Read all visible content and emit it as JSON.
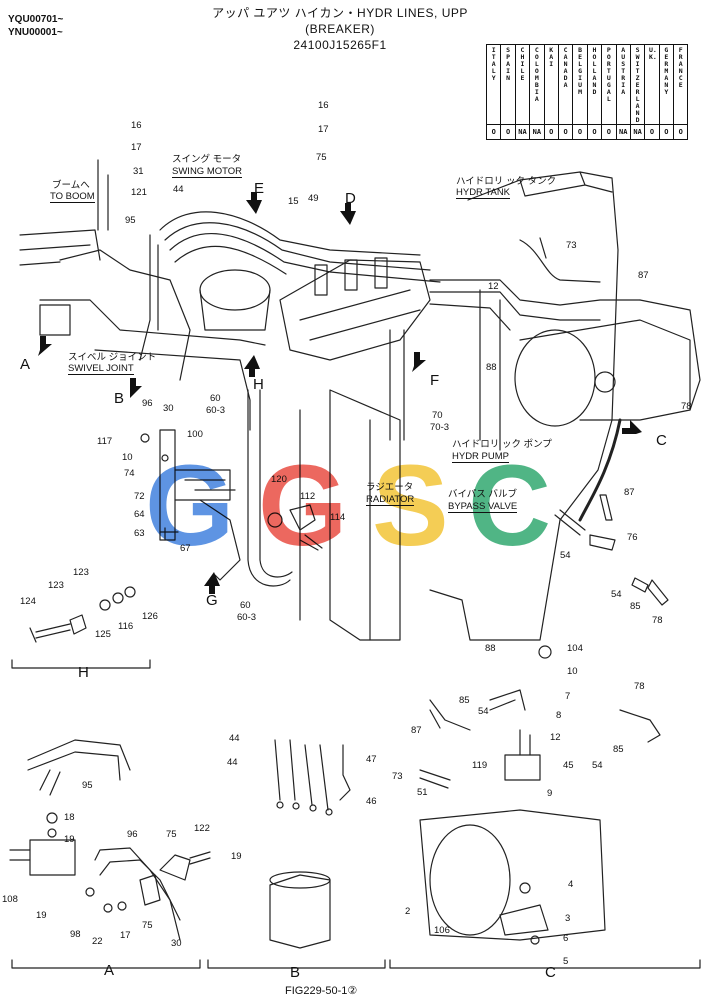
{
  "serials": [
    "YQU00701~",
    "YNU00001~"
  ],
  "header": {
    "line1": "アッパ ユアツ ハイカン・HYDR LINES, UPP",
    "line2": "(BREAKER)",
    "line3": "24100J15265F1"
  },
  "countries": [
    {
      "name": "ITALY",
      "mark": "O"
    },
    {
      "name": "SPAIN",
      "mark": "O"
    },
    {
      "name": "CHILE",
      "mark": "NA"
    },
    {
      "name": "COLOMBIA",
      "mark": "NA"
    },
    {
      "name": "KAI",
      "mark": "O"
    },
    {
      "name": "CANADA",
      "mark": "O"
    },
    {
      "name": "BELGIUM",
      "mark": "O"
    },
    {
      "name": "HOLLAND",
      "mark": "O"
    },
    {
      "name": "PORTUGAL",
      "mark": "O"
    },
    {
      "name": "AUSTRIA",
      "mark": "NA"
    },
    {
      "name": "SWITZER LAND",
      "mark": "NA"
    },
    {
      "name": "U.K.",
      "mark": "O"
    },
    {
      "name": "GERMANY",
      "mark": "O"
    },
    {
      "name": "FRANCE",
      "mark": "O"
    }
  ],
  "labels": {
    "to_boom_jp": "ブームへ",
    "to_boom": "TO BOOM",
    "swing_motor_jp": "スイング モータ",
    "swing_motor": "SWING MOTOR",
    "hydr_tank_jp": "ハイドロリ ック タンク",
    "hydr_tank": "HYDR TANK",
    "swivel_joint_jp": "スイベル ジョイント",
    "swivel_joint": "SWIVEL JOINT",
    "hydr_pump_jp": "ハイドロリ ック ポンプ",
    "hydr_pump": "HYDR PUMP",
    "radiator_jp": "ラジエータ",
    "radiator": "RADIATOR",
    "bypass_valve_jp": "バイパス バルブ",
    "bypass_valve": "BYPASS VALVE"
  },
  "view_letters": [
    "A",
    "B",
    "C",
    "D",
    "E",
    "F",
    "G",
    "H"
  ],
  "section_labels": {
    "h": "H",
    "a": "A",
    "b": "B",
    "c": "C"
  },
  "part_numbers": {
    "n16a": "16",
    "n17a": "17",
    "n31": "31",
    "n121": "121",
    "n16b": "16",
    "n17b": "17",
    "n75a": "75",
    "n44a": "44",
    "n15": "15",
    "n49": "49",
    "n95a": "95",
    "n73a": "73",
    "n87a": "87",
    "n12a": "12",
    "n88a": "88",
    "n78a": "78",
    "n96a": "96",
    "n30a": "30",
    "n60a": "60",
    "n60_3a": "60-3",
    "n70": "70",
    "n70_3": "70-3",
    "n117": "117",
    "n10a": "10",
    "n74": "74",
    "n100": "100",
    "n72": "72",
    "n64": "64",
    "n63": "63",
    "n67": "67",
    "n120": "120",
    "n112": "112",
    "n114": "114",
    "n87b": "87",
    "n76": "76",
    "n54a": "54",
    "n54b": "54",
    "n85a": "85",
    "n78b": "78",
    "n60b": "60",
    "n60_3b": "60-3",
    "n123a": "123",
    "n123b": "123",
    "n124": "124",
    "n125": "125",
    "n116": "116",
    "n126": "126",
    "n95b": "95",
    "n18": "18",
    "n19a": "19",
    "n108": "108",
    "n19b": "19",
    "n98": "98",
    "n22": "22",
    "n17c": "17",
    "n75b": "75",
    "n75c": "75",
    "n96b": "96",
    "n122": "122",
    "n30b": "30",
    "n44b": "44",
    "n44c": "44",
    "n47": "47",
    "n46": "46",
    "n19c": "19",
    "n88b": "88",
    "n104": "104",
    "n10b": "10",
    "n7": "7",
    "n87c": "87",
    "n85b": "85",
    "n54c": "54",
    "n8": "8",
    "n78c": "78",
    "n12b": "12",
    "n45": "45",
    "n85c": "85",
    "n54d": "54",
    "n73b": "73",
    "n119": "119",
    "n51": "51",
    "n9": "9",
    "n4": "4",
    "n2": "2",
    "n106": "106",
    "n3": "3",
    "n6": "6",
    "n5": "5"
  },
  "watermark": {
    "letters": [
      "G",
      "G",
      "S",
      "C"
    ],
    "colors": [
      "#3b7ddd",
      "#e8473c",
      "#f2c230",
      "#2aa56b"
    ]
  },
  "figure_caption": "FIG229-50-1②"
}
